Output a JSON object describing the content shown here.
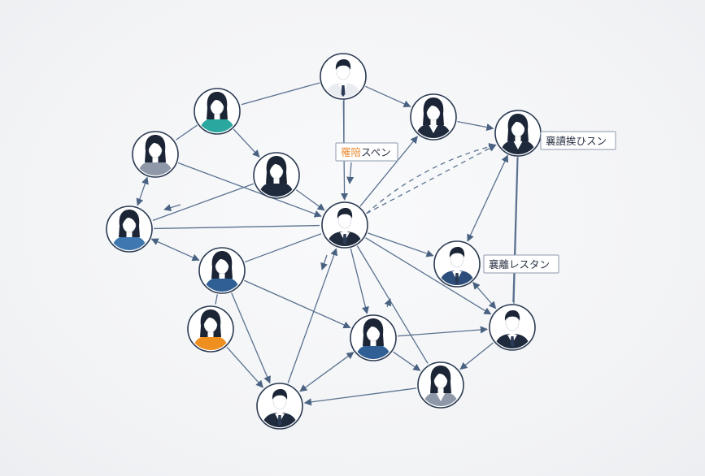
{
  "colors": {
    "edge": "#5a7190",
    "ring": "#2b3a52",
    "hair": "#1c2536",
    "skin": "#ffffff",
    "suit": "#1f2a3c",
    "accent": "#e8892f"
  },
  "labels": {
    "center_top": {
      "accent": "罹陪",
      "rest": "スペン"
    },
    "top_right": "襄讀挨ひスン",
    "mid_right": "襄離レスタン"
  },
  "nodes": [
    {
      "id": "n1",
      "gender": "male",
      "outfit": "suit",
      "shirt": "#e9ecf1",
      "icon": "man-suit-icon"
    },
    {
      "id": "n2",
      "gender": "female",
      "outfit": "top",
      "shirt": "#2aa8a0",
      "icon": "woman-teal-icon"
    },
    {
      "id": "n3",
      "gender": "female",
      "outfit": "suit",
      "shirt": "#1f2a3c",
      "icon": "woman-suit-icon"
    },
    {
      "id": "n4",
      "gender": "female",
      "outfit": "suit",
      "shirt": "#1f2a3c",
      "icon": "woman-suit-icon"
    },
    {
      "id": "n5",
      "gender": "female",
      "outfit": "top",
      "shirt": "#8e98a8",
      "icon": "woman-gray-icon"
    },
    {
      "id": "n6",
      "gender": "female",
      "outfit": "top",
      "shirt": "#1f2a3c",
      "icon": "woman-dark-icon"
    },
    {
      "id": "n7",
      "gender": "male",
      "outfit": "suit",
      "shirt": "#1f2a3c",
      "icon": "man-suit-icon"
    },
    {
      "id": "n8",
      "gender": "female",
      "outfit": "top",
      "shirt": "#3f78b0",
      "icon": "woman-blue-icon"
    },
    {
      "id": "n9",
      "gender": "male",
      "outfit": "suit",
      "shirt": "#2d4d7a",
      "icon": "man-navy-icon"
    },
    {
      "id": "n10",
      "gender": "female",
      "outfit": "top",
      "shirt": "#2f5f94",
      "icon": "woman-blue-icon"
    },
    {
      "id": "n11",
      "gender": "female",
      "outfit": "top",
      "shirt": "#ef8f1f",
      "icon": "woman-orange-icon"
    },
    {
      "id": "n12",
      "gender": "female",
      "outfit": "top",
      "shirt": "#2f5f94",
      "icon": "woman-blue-icon"
    },
    {
      "id": "n13",
      "gender": "male",
      "outfit": "suit",
      "shirt": "#1f2a3c",
      "icon": "man-suit-icon"
    },
    {
      "id": "n14",
      "gender": "female",
      "outfit": "suit",
      "shirt": "#8e98a8",
      "icon": "woman-gray-suit-icon"
    },
    {
      "id": "n15",
      "gender": "male",
      "outfit": "suit",
      "shirt": "#1f2a3c",
      "icon": "man-suit-icon"
    }
  ],
  "edges": [
    {
      "from": "n1",
      "to": "n2",
      "style": "solid",
      "arrow": "none"
    },
    {
      "from": "n1",
      "to": "n3",
      "style": "solid",
      "arrow": "end"
    },
    {
      "from": "n1",
      "to": "n7",
      "style": "solid",
      "arrow": "end"
    },
    {
      "from": "n2",
      "to": "n5",
      "style": "solid",
      "arrow": "none"
    },
    {
      "from": "n2",
      "to": "n6",
      "style": "solid",
      "arrow": "end"
    },
    {
      "from": "n3",
      "to": "n4",
      "style": "solid",
      "arrow": "end"
    },
    {
      "from": "n7",
      "to": "n3",
      "style": "solid",
      "arrow": "end"
    },
    {
      "from": "n7",
      "to": "n4",
      "style": "dashed",
      "arrow": "end"
    },
    {
      "from": "n7",
      "to": "n4",
      "style": "dashed",
      "arrow": "end",
      "bend": 1
    },
    {
      "from": "n5",
      "to": "n7",
      "style": "solid",
      "arrow": "end"
    },
    {
      "from": "n5",
      "to": "n8",
      "style": "solid",
      "arrow": "both"
    },
    {
      "from": "n6",
      "to": "n7",
      "style": "solid",
      "arrow": "end"
    },
    {
      "from": "n6",
      "to": "n8",
      "style": "solid",
      "arrow": "none"
    },
    {
      "from": "n8",
      "to": "n7",
      "style": "solid",
      "arrow": "none"
    },
    {
      "from": "n8",
      "to": "n10",
      "style": "solid",
      "arrow": "both"
    },
    {
      "from": "n10",
      "to": "n7",
      "style": "solid",
      "arrow": "none"
    },
    {
      "from": "n10",
      "to": "n11",
      "style": "solid",
      "arrow": "none"
    },
    {
      "from": "n10",
      "to": "n12",
      "style": "solid",
      "arrow": "end"
    },
    {
      "from": "n10",
      "to": "n13",
      "style": "solid",
      "arrow": "end"
    },
    {
      "from": "n11",
      "to": "n13",
      "style": "solid",
      "arrow": "end"
    },
    {
      "from": "n7",
      "to": "n9",
      "style": "solid",
      "arrow": "end"
    },
    {
      "from": "n7",
      "to": "n12",
      "style": "solid",
      "arrow": "end"
    },
    {
      "from": "n7",
      "to": "n14",
      "style": "solid",
      "arrow": "none"
    },
    {
      "from": "n7",
      "to": "n15",
      "style": "solid",
      "arrow": "end"
    },
    {
      "from": "n13",
      "to": "n7",
      "style": "solid",
      "arrow": "end"
    },
    {
      "from": "n4",
      "to": "n9",
      "style": "solid",
      "arrow": "both"
    },
    {
      "from": "n4",
      "to": "n15",
      "style": "solid",
      "arrow": "none"
    },
    {
      "from": "n9",
      "to": "n15",
      "style": "solid",
      "arrow": "both"
    },
    {
      "from": "n12",
      "to": "n15",
      "style": "solid",
      "arrow": "end"
    },
    {
      "from": "n12",
      "to": "n14",
      "style": "solid",
      "arrow": "end"
    },
    {
      "from": "n12",
      "to": "n13",
      "style": "solid",
      "arrow": "both"
    },
    {
      "from": "n15",
      "to": "n14",
      "style": "solid",
      "arrow": "end"
    },
    {
      "from": "n14",
      "to": "n13",
      "style": "solid",
      "arrow": "end"
    }
  ]
}
